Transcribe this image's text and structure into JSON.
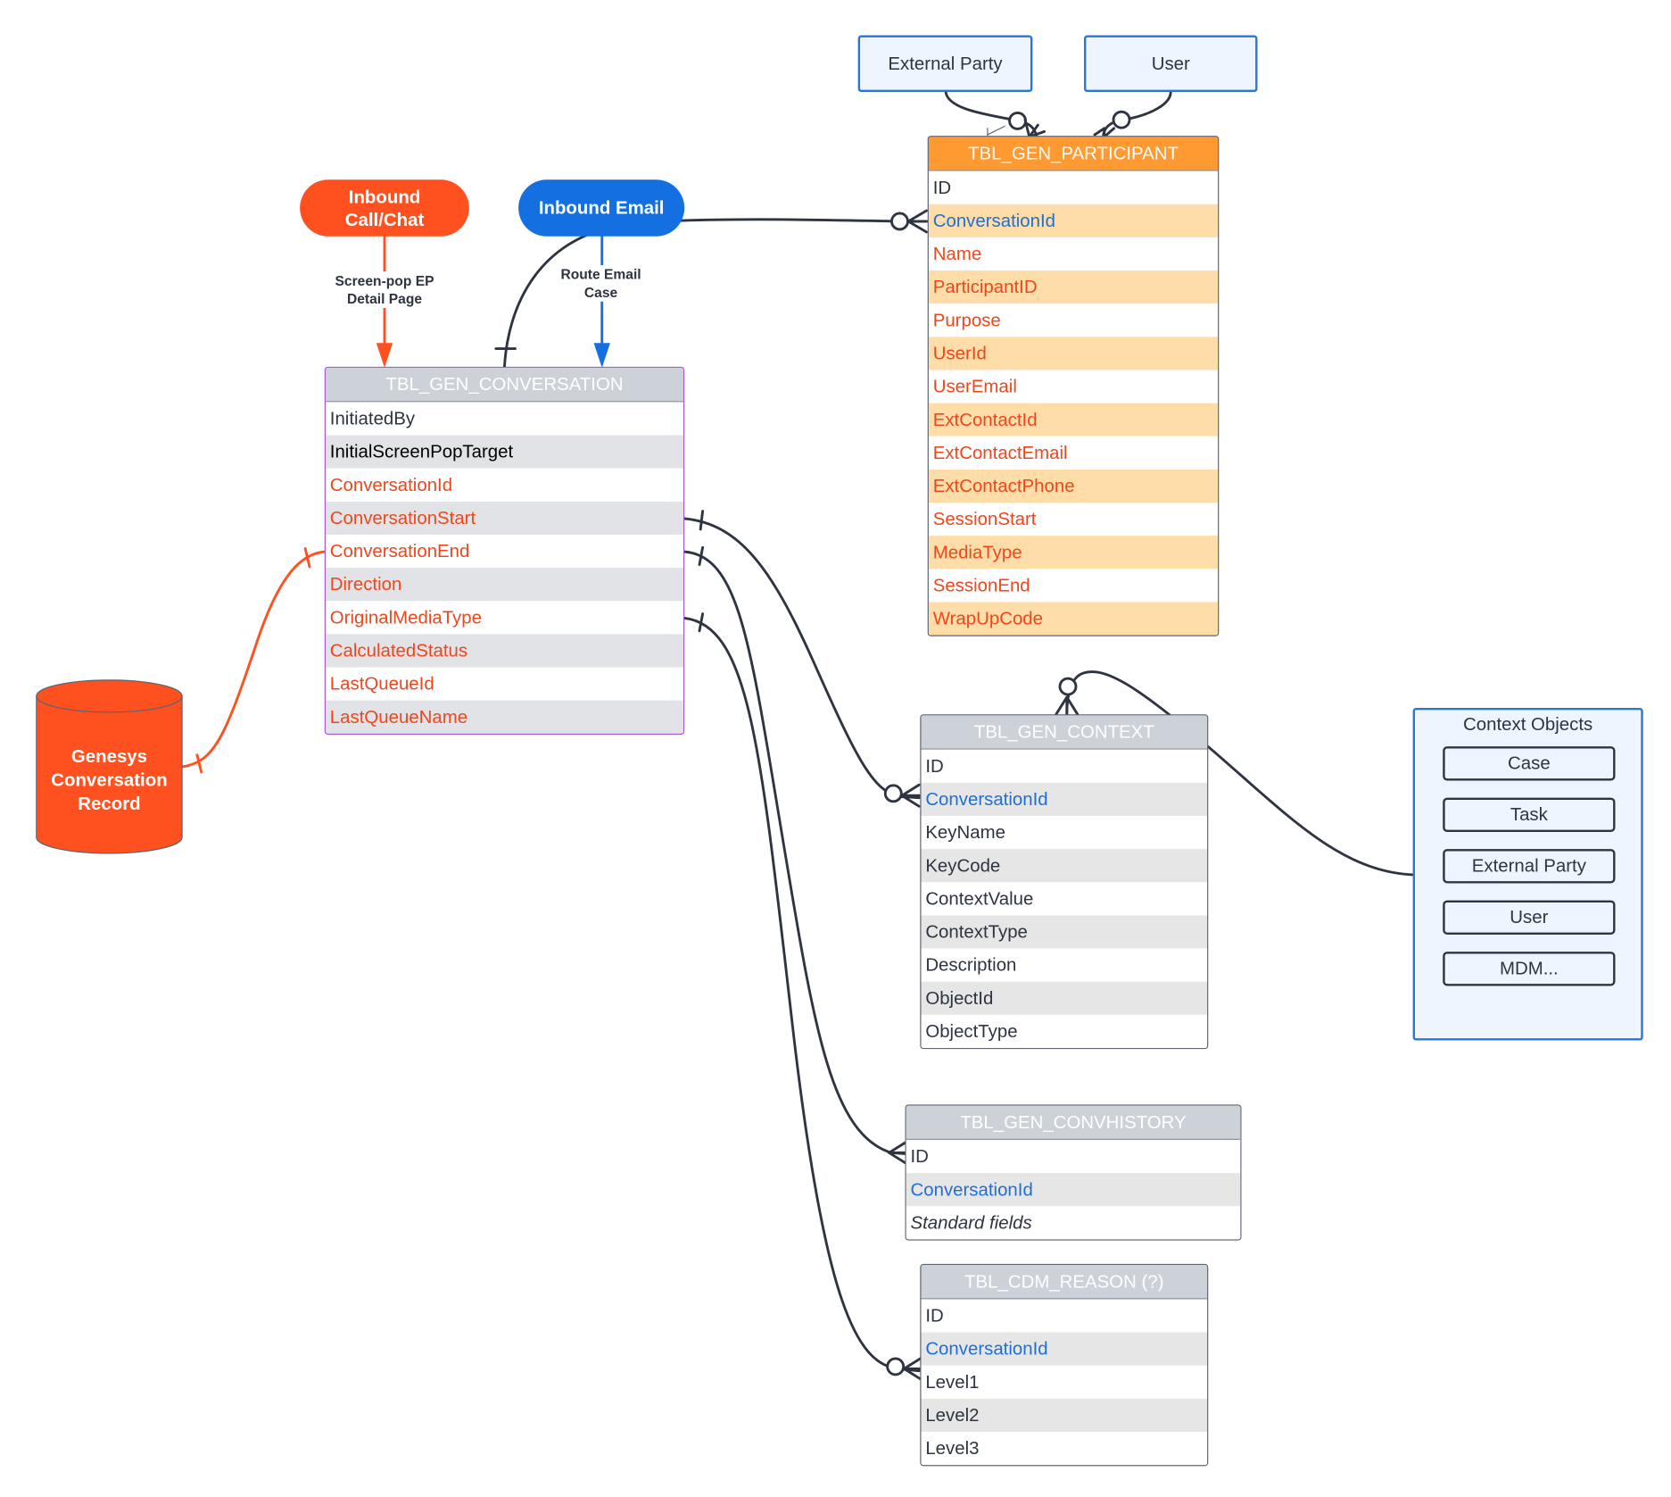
{
  "entities": {
    "participant": {
      "title": "TBL_GEN_PARTICIPANT",
      "fields": [
        {
          "name": "ID",
          "tone": "dark"
        },
        {
          "name": "ConversationId",
          "tone": "blue"
        },
        {
          "name": "Name",
          "tone": "orange"
        },
        {
          "name": "ParticipantID",
          "tone": "orange"
        },
        {
          "name": "Purpose",
          "tone": "orange"
        },
        {
          "name": "UserId",
          "tone": "orange"
        },
        {
          "name": "UserEmail",
          "tone": "orange"
        },
        {
          "name": "ExtContactId",
          "tone": "orange"
        },
        {
          "name": "ExtContactEmail",
          "tone": "orange"
        },
        {
          "name": "ExtContactPhone",
          "tone": "orange"
        },
        {
          "name": "SessionStart",
          "tone": "orange"
        },
        {
          "name": "MediaType",
          "tone": "orange"
        },
        {
          "name": "SessionEnd",
          "tone": "orange"
        },
        {
          "name": "WrapUpCode",
          "tone": "orange"
        }
      ]
    },
    "conversation": {
      "title": "TBL_GEN_CONVERSATION",
      "fields": [
        {
          "name": "InitiatedBy",
          "tone": "dark"
        },
        {
          "name": "InitialScreenPopTarget",
          "tone": "black"
        },
        {
          "name": "ConversationId",
          "tone": "orange"
        },
        {
          "name": "ConversationStart",
          "tone": "orange"
        },
        {
          "name": "ConversationEnd",
          "tone": "orange"
        },
        {
          "name": "Direction",
          "tone": "orange"
        },
        {
          "name": "OriginalMediaType",
          "tone": "orange"
        },
        {
          "name": "CalculatedStatus",
          "tone": "orange"
        },
        {
          "name": "LastQueueId",
          "tone": "orange"
        },
        {
          "name": "LastQueueName",
          "tone": "orange"
        }
      ]
    },
    "context": {
      "title": "TBL_GEN_CONTEXT",
      "fields": [
        {
          "name": "ID",
          "tone": "dark"
        },
        {
          "name": "ConversationId",
          "tone": "blue"
        },
        {
          "name": "KeyName",
          "tone": "dark"
        },
        {
          "name": "KeyCode",
          "tone": "dark"
        },
        {
          "name": "ContextValue",
          "tone": "dark"
        },
        {
          "name": "ContextType",
          "tone": "dark"
        },
        {
          "name": "Description",
          "tone": "dark"
        },
        {
          "name": "ObjectId",
          "tone": "dark"
        },
        {
          "name": "ObjectType",
          "tone": "dark"
        }
      ]
    },
    "convhistory": {
      "title": "TBL_GEN_CONVHISTORY",
      "fields": [
        {
          "name": "ID",
          "tone": "dark"
        },
        {
          "name": "ConversationId",
          "tone": "blue"
        },
        {
          "name": "Standard fields",
          "tone": "dark",
          "italic": true
        }
      ]
    },
    "reason": {
      "title": "TBL_CDM_REASON (?)",
      "fields": [
        {
          "name": "ID",
          "tone": "dark"
        },
        {
          "name": "ConversationId",
          "tone": "blue"
        },
        {
          "name": "Level1",
          "tone": "dark"
        },
        {
          "name": "Level2",
          "tone": "dark"
        },
        {
          "name": "Level3",
          "tone": "dark"
        }
      ]
    }
  },
  "external": {
    "external_party": "External Party",
    "user": "User"
  },
  "sources": {
    "inbound_call": "Inbound Call/Chat",
    "inbound_email": "Inbound Email",
    "genesys_record": "Genesys Conversation Record"
  },
  "edge_labels": {
    "screen_pop": "Screen-pop EP Detail Page",
    "route_email": "Route Email Case"
  },
  "context_objects": {
    "title": "Context Objects",
    "items": [
      "Case",
      "Task",
      "External Party",
      "User",
      "MDM..."
    ]
  },
  "colors": {
    "participant_header": "#ff9a33",
    "participant_alt_row": "#ffdda8",
    "grey_header": "#cdd2d9",
    "grey_alt_row": "#e6e6e6",
    "conversation_border": "#a855e0",
    "accent_orange": "#ff5020",
    "accent_blue": "#1470e0",
    "line_dark": "#2e3440"
  }
}
